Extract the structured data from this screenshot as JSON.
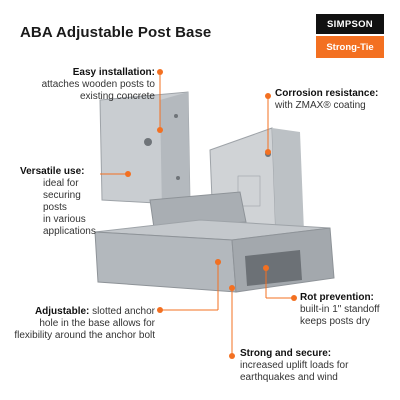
{
  "title": "ABA Adjustable Post Base",
  "logo": {
    "top": "SIMPSON",
    "bottom": "Strong-Tie"
  },
  "callouts": {
    "easy": {
      "heading": "Easy installation:",
      "lines": [
        "attaches wooden posts to",
        "existing concrete"
      ]
    },
    "corrosion": {
      "heading": "Corrosion resistance:",
      "body": "with ZMAX® coating"
    },
    "versatile": {
      "heading": "Versatile use:",
      "lines": [
        "ideal for",
        "securing posts",
        "in various",
        "applications"
      ]
    },
    "adjustable": {
      "heading": "Adjustable:",
      "lines": [
        "slotted anchor",
        "hole in the base allows for",
        "flexibility around the anchor bolt"
      ]
    },
    "rot": {
      "heading": "Rot prevention:",
      "lines": [
        "built-in 1\" standoff",
        "keeps posts dry"
      ]
    },
    "strong": {
      "heading": "Strong and secure:",
      "lines": [
        "increased uplift loads for",
        "earthquakes and wind"
      ]
    }
  },
  "colors": {
    "accent": "#f37021",
    "logo_dark": "#111111",
    "metal_light": "#d4d7da",
    "metal_mid": "#b9bec3",
    "metal_dark": "#8e9398"
  }
}
